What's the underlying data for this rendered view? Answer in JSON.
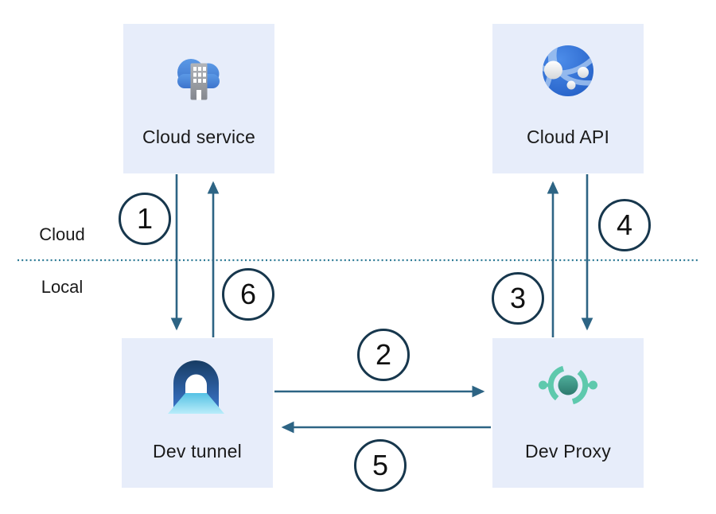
{
  "zones": {
    "cloud": "Cloud",
    "local": "Local"
  },
  "nodes": [
    {
      "id": "cloud-service",
      "label": "Cloud service",
      "icon": "cloud-service-icon",
      "zone": "Cloud"
    },
    {
      "id": "cloud-api",
      "label": "Cloud API",
      "icon": "cloud-api-icon",
      "zone": "Cloud"
    },
    {
      "id": "dev-tunnel",
      "label": "Dev tunnel",
      "icon": "dev-tunnel-icon",
      "zone": "Local"
    },
    {
      "id": "dev-proxy",
      "label": "Dev Proxy",
      "icon": "dev-proxy-icon",
      "zone": "Local"
    }
  ],
  "steps": [
    {
      "number": "1",
      "from": "Cloud service",
      "to": "Dev tunnel"
    },
    {
      "number": "2",
      "from": "Dev tunnel",
      "to": "Dev Proxy"
    },
    {
      "number": "3",
      "from": "Dev Proxy",
      "to": "Cloud API"
    },
    {
      "number": "4",
      "from": "Cloud API",
      "to": "Dev Proxy"
    },
    {
      "number": "5",
      "from": "Dev Proxy",
      "to": "Dev tunnel"
    },
    {
      "number": "6",
      "from": "Dev tunnel",
      "to": "Cloud service"
    }
  ],
  "colors": {
    "node_fill": "#e7edfa",
    "arrow": "#2d6484",
    "badge_border": "#17374d",
    "divider": "#2e7b96",
    "label_text": "#1a1a1a",
    "cloud_icon_blue": "#4a86d8",
    "api_icon_blue": "#2f6fd0",
    "tunnel_icon_navy": "#173c63",
    "tunnel_icon_cyan": "#5fc6e6",
    "proxy_icon_teal": "#5ec9ad"
  }
}
